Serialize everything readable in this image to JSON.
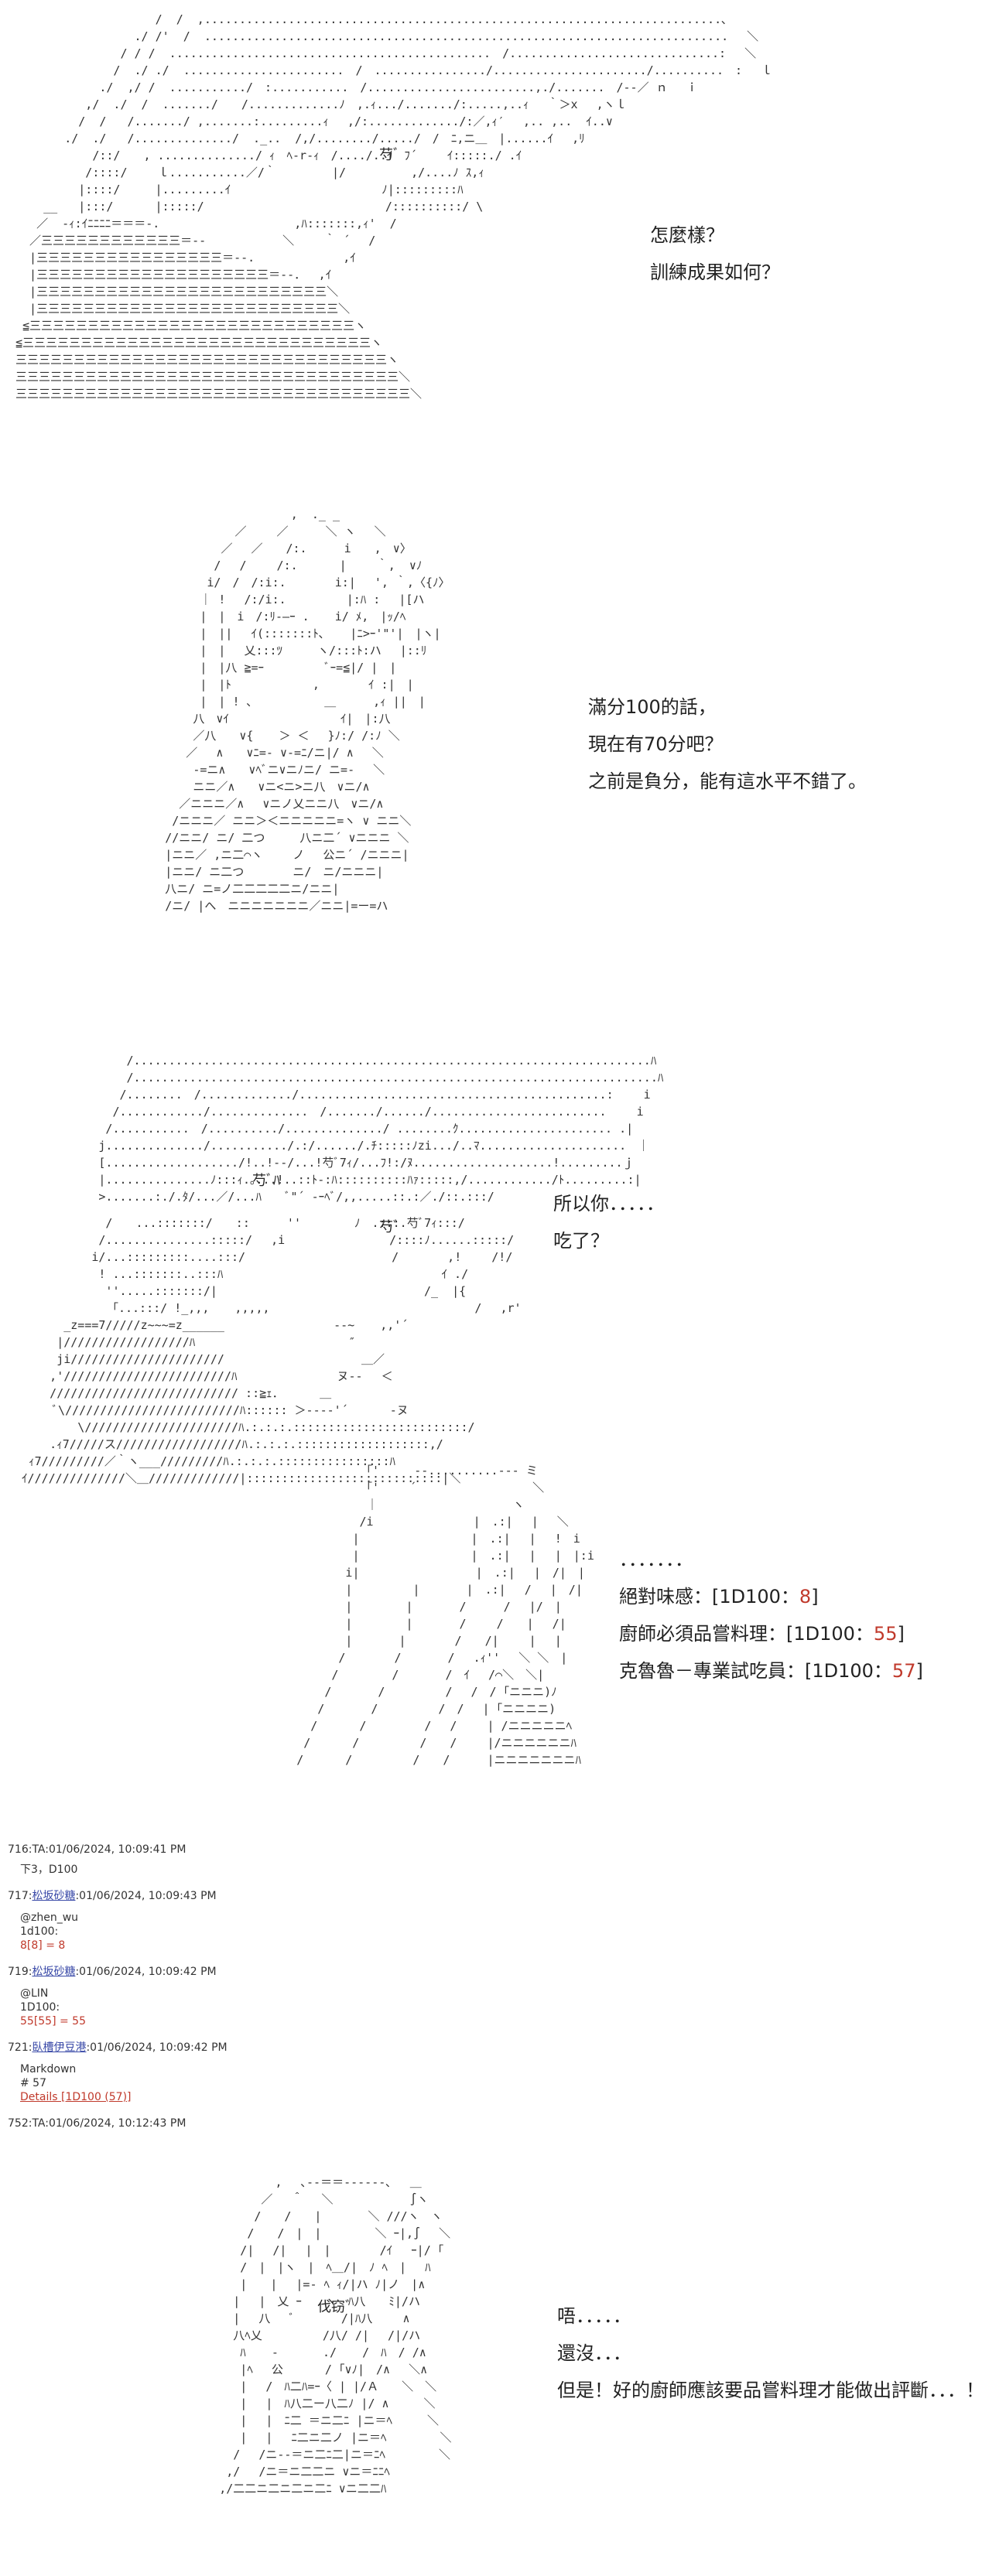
{
  "panel1": {
    "sfx": "芍ﾞ",
    "lines": [
      "怎麼樣？",
      "訓練成果如何？"
    ]
  },
  "panel2": {
    "lines": [
      "滿分100的話，",
      "現在有70分吧？",
      "之前是負分，能有這水平不錯了。"
    ]
  },
  "panel3": {
    "sfx1": "芍ﾞﾊ",
    "sfx2": "芍ﾞ",
    "lines": [
      "所以你．．．．．",
      "吃了？"
    ]
  },
  "panel4": {
    "ellipsis": "．．．．．．．",
    "rolls": [
      {
        "label": "絕對味感：[1D100：",
        "value": "8",
        "close": "]"
      },
      {
        "label": "廚師必須品嘗料理：[1D100：",
        "value": "55",
        "close": "]"
      },
      {
        "label": "克魯魯－專業試吃員：[1D100：",
        "value": "57",
        "close": "]"
      }
    ]
  },
  "posts": [
    {
      "number": "716",
      "author": "TA",
      "author_linked": false,
      "date": "01/06/2024, 10:09:41 PM",
      "body": [
        {
          "text": "下3，D100",
          "style": "plain"
        }
      ]
    },
    {
      "number": "717",
      "author": "松坂砂糖",
      "author_linked": true,
      "date": "01/06/2024, 10:09:43 PM",
      "body": [
        {
          "text": "@zhen_wu",
          "style": "plain"
        },
        {
          "text": "1d100:",
          "style": "plain"
        },
        {
          "text": "8[8] = 8",
          "style": "red"
        }
      ]
    },
    {
      "number": "719",
      "author": "松坂砂糖",
      "author_linked": true,
      "date": "01/06/2024, 10:09:42 PM",
      "body": [
        {
          "text": "@LIN",
          "style": "plain"
        },
        {
          "text": "1D100:",
          "style": "plain"
        },
        {
          "text": "55[55] = 55",
          "style": "red"
        }
      ]
    },
    {
      "number": "721",
      "author": "臥槽伊豆港",
      "author_linked": true,
      "date": "01/06/2024, 10:09:42 PM",
      "body": [
        {
          "text": "Markdown",
          "style": "plain"
        },
        {
          "text": "# 57",
          "style": "plain"
        },
        {
          "text": "Details [1D100 (57)]",
          "style": "red-link"
        }
      ]
    },
    {
      "number": "752",
      "author": "TA",
      "author_linked": false,
      "date": "01/06/2024, 10:12:43 PM",
      "body": []
    }
  ],
  "panel5": {
    "sfx": "伐窃ﾞ",
    "lines": [
      "唔．．．．．",
      "還沒．．．",
      "但是！好的廚師應該要品嘗料理才能做出評斷．．．！"
    ]
  }
}
